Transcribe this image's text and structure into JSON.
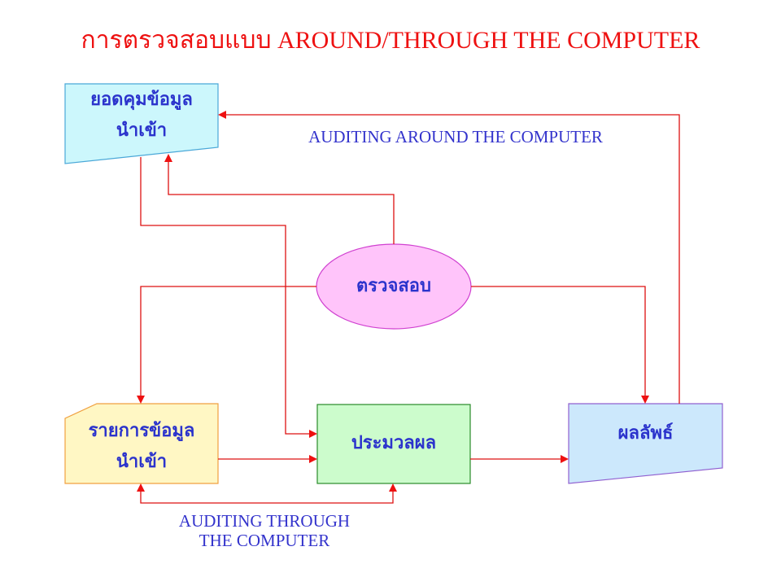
{
  "title": "การตรวจสอบแบบ AROUND/THROUGH THE COMPUTER",
  "colors": {
    "title": "#ee1111",
    "connector": "#dd1111",
    "label": "#3333cc",
    "node_text": "#2b33cc"
  },
  "nodes": {
    "input_control_total": {
      "line1": "ยอดคุมข้อมูล",
      "line2": "นำเข้า",
      "shape": "manual-input",
      "fill": "#ccf7fc",
      "stroke": "#4aa8d8"
    },
    "audit": {
      "text": "ตรวจสอบ",
      "shape": "ellipse",
      "fill": "#ffc4fa",
      "stroke": "#d040d0"
    },
    "input_transactions": {
      "line1": "รายการข้อมูล",
      "line2": "นำเข้า",
      "shape": "card",
      "fill": "#fff7c4",
      "stroke": "#f0a040"
    },
    "processing": {
      "text": "ประมวลผล",
      "shape": "process",
      "fill": "#ccfccc",
      "stroke": "#2a8a2a"
    },
    "output": {
      "text": "ผลลัพธ์",
      "shape": "manual-input",
      "fill": "#cce8fc",
      "stroke": "#9060d0"
    }
  },
  "labels": {
    "around": "AUDITING AROUND THE COMPUTER",
    "through_line1": "AUDITING THROUGH",
    "through_line2": "THE COMPUTER"
  }
}
